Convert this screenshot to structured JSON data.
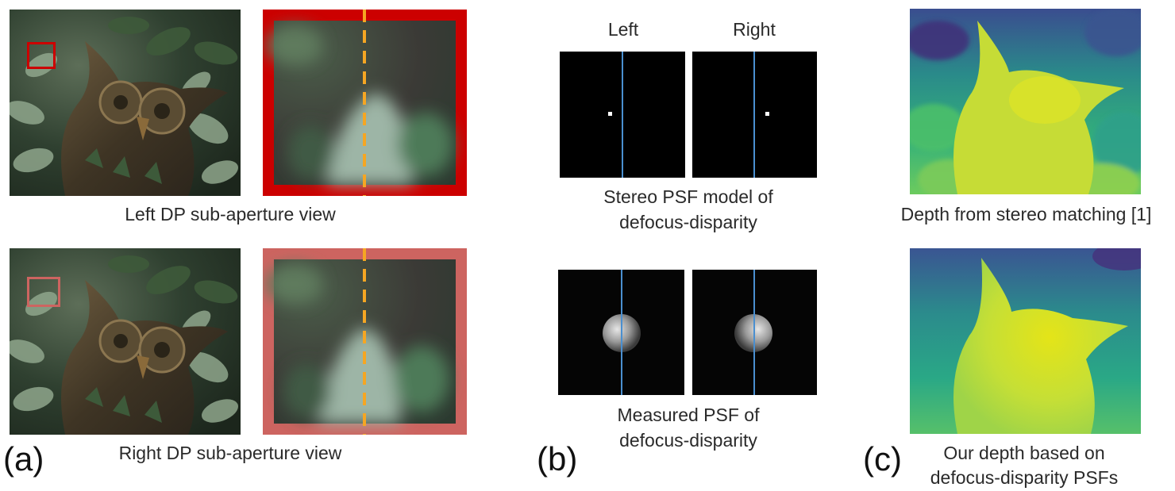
{
  "panel_a": {
    "letter": "(a)",
    "left_caption": "Left DP sub-aperture view",
    "right_caption": "Right DP sub-aperture view"
  },
  "panel_b": {
    "letter": "(b)",
    "left_label": "Left",
    "right_label": "Right",
    "caption_top_line1": "Stereo PSF model of",
    "caption_top_line2": "defocus-disparity",
    "caption_bottom_line1": "Measured PSF of",
    "caption_bottom_line2": "defocus-disparity"
  },
  "panel_c": {
    "letter": "(c)",
    "caption_top": "Depth from stereo matching [1]",
    "caption_bottom_line1": "Our depth based on",
    "caption_bottom_line2": "defocus-disparity PSFs"
  },
  "colors": {
    "left_crop_border": "#cc0000",
    "right_crop_border": "#cd6460",
    "dashed_line": "#f5a623",
    "psf_divider": "#4a8fd0"
  }
}
